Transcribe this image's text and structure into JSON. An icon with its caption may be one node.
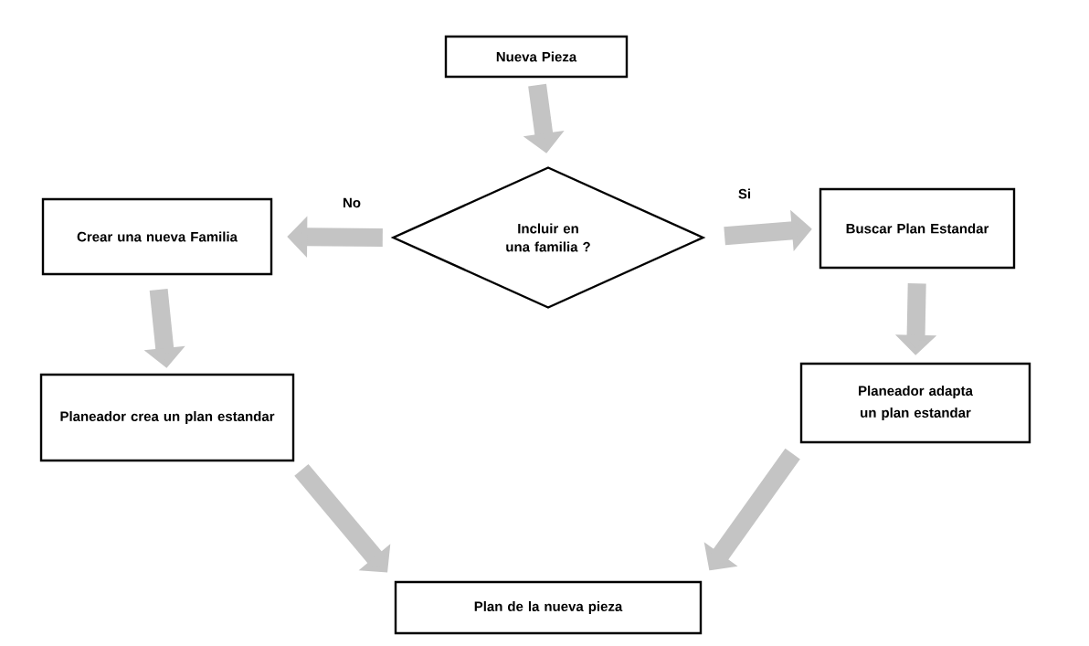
{
  "diagram": {
    "nodes": [
      {
        "text": [
          "Nueva Pieza"
        ]
      },
      {
        "text": [
          "Incluir en una familia ?"
        ]
      },
      {
        "text": [
          "Crear una nueva Familia"
        ]
      },
      {
        "text": [
          "Buscar Plan Estandar"
        ]
      },
      {
        "text": [
          "Planeador crea un plan estandar"
        ]
      },
      {
        "text": [
          "Planeador adapta un plan estandar"
        ]
      },
      {
        "text": [
          "Plan de la nueva pieza"
        ]
      }
    ],
    "edges": [
      {
        "from": 0,
        "to": 1,
        "arrow": "to"
      },
      {
        "from": 1,
        "to": 2,
        "arrow": "to",
        "label": "No"
      },
      {
        "from": 1,
        "to": 3,
        "arrow": "to",
        "label": "Si"
      },
      {
        "from": 2,
        "to": 4,
        "arrow": "to"
      },
      {
        "from": 3,
        "to": 5,
        "arrow": "to"
      },
      {
        "from": 4,
        "to": 6,
        "arrow": "to"
      },
      {
        "from": 5,
        "to": 6,
        "arrow": "to"
      }
    ]
  }
}
